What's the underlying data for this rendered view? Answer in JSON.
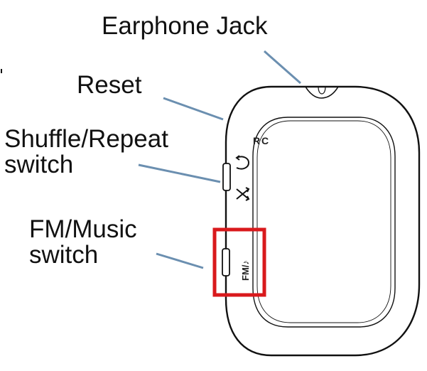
{
  "labels": {
    "earphone_jack": "Earphone Jack",
    "reset": "Reset",
    "shuffle_repeat": [
      "Shuffle/Repeat",
      "switch"
    ],
    "fm_music": [
      "FM/Music",
      "switch"
    ]
  },
  "device_markings": {
    "reset_mark": "R",
    "fm_mark": "FM/♪"
  },
  "colors": {
    "leader_line": "#6b8fb0",
    "outline": "#111111",
    "highlight_box": "#d9191c"
  }
}
